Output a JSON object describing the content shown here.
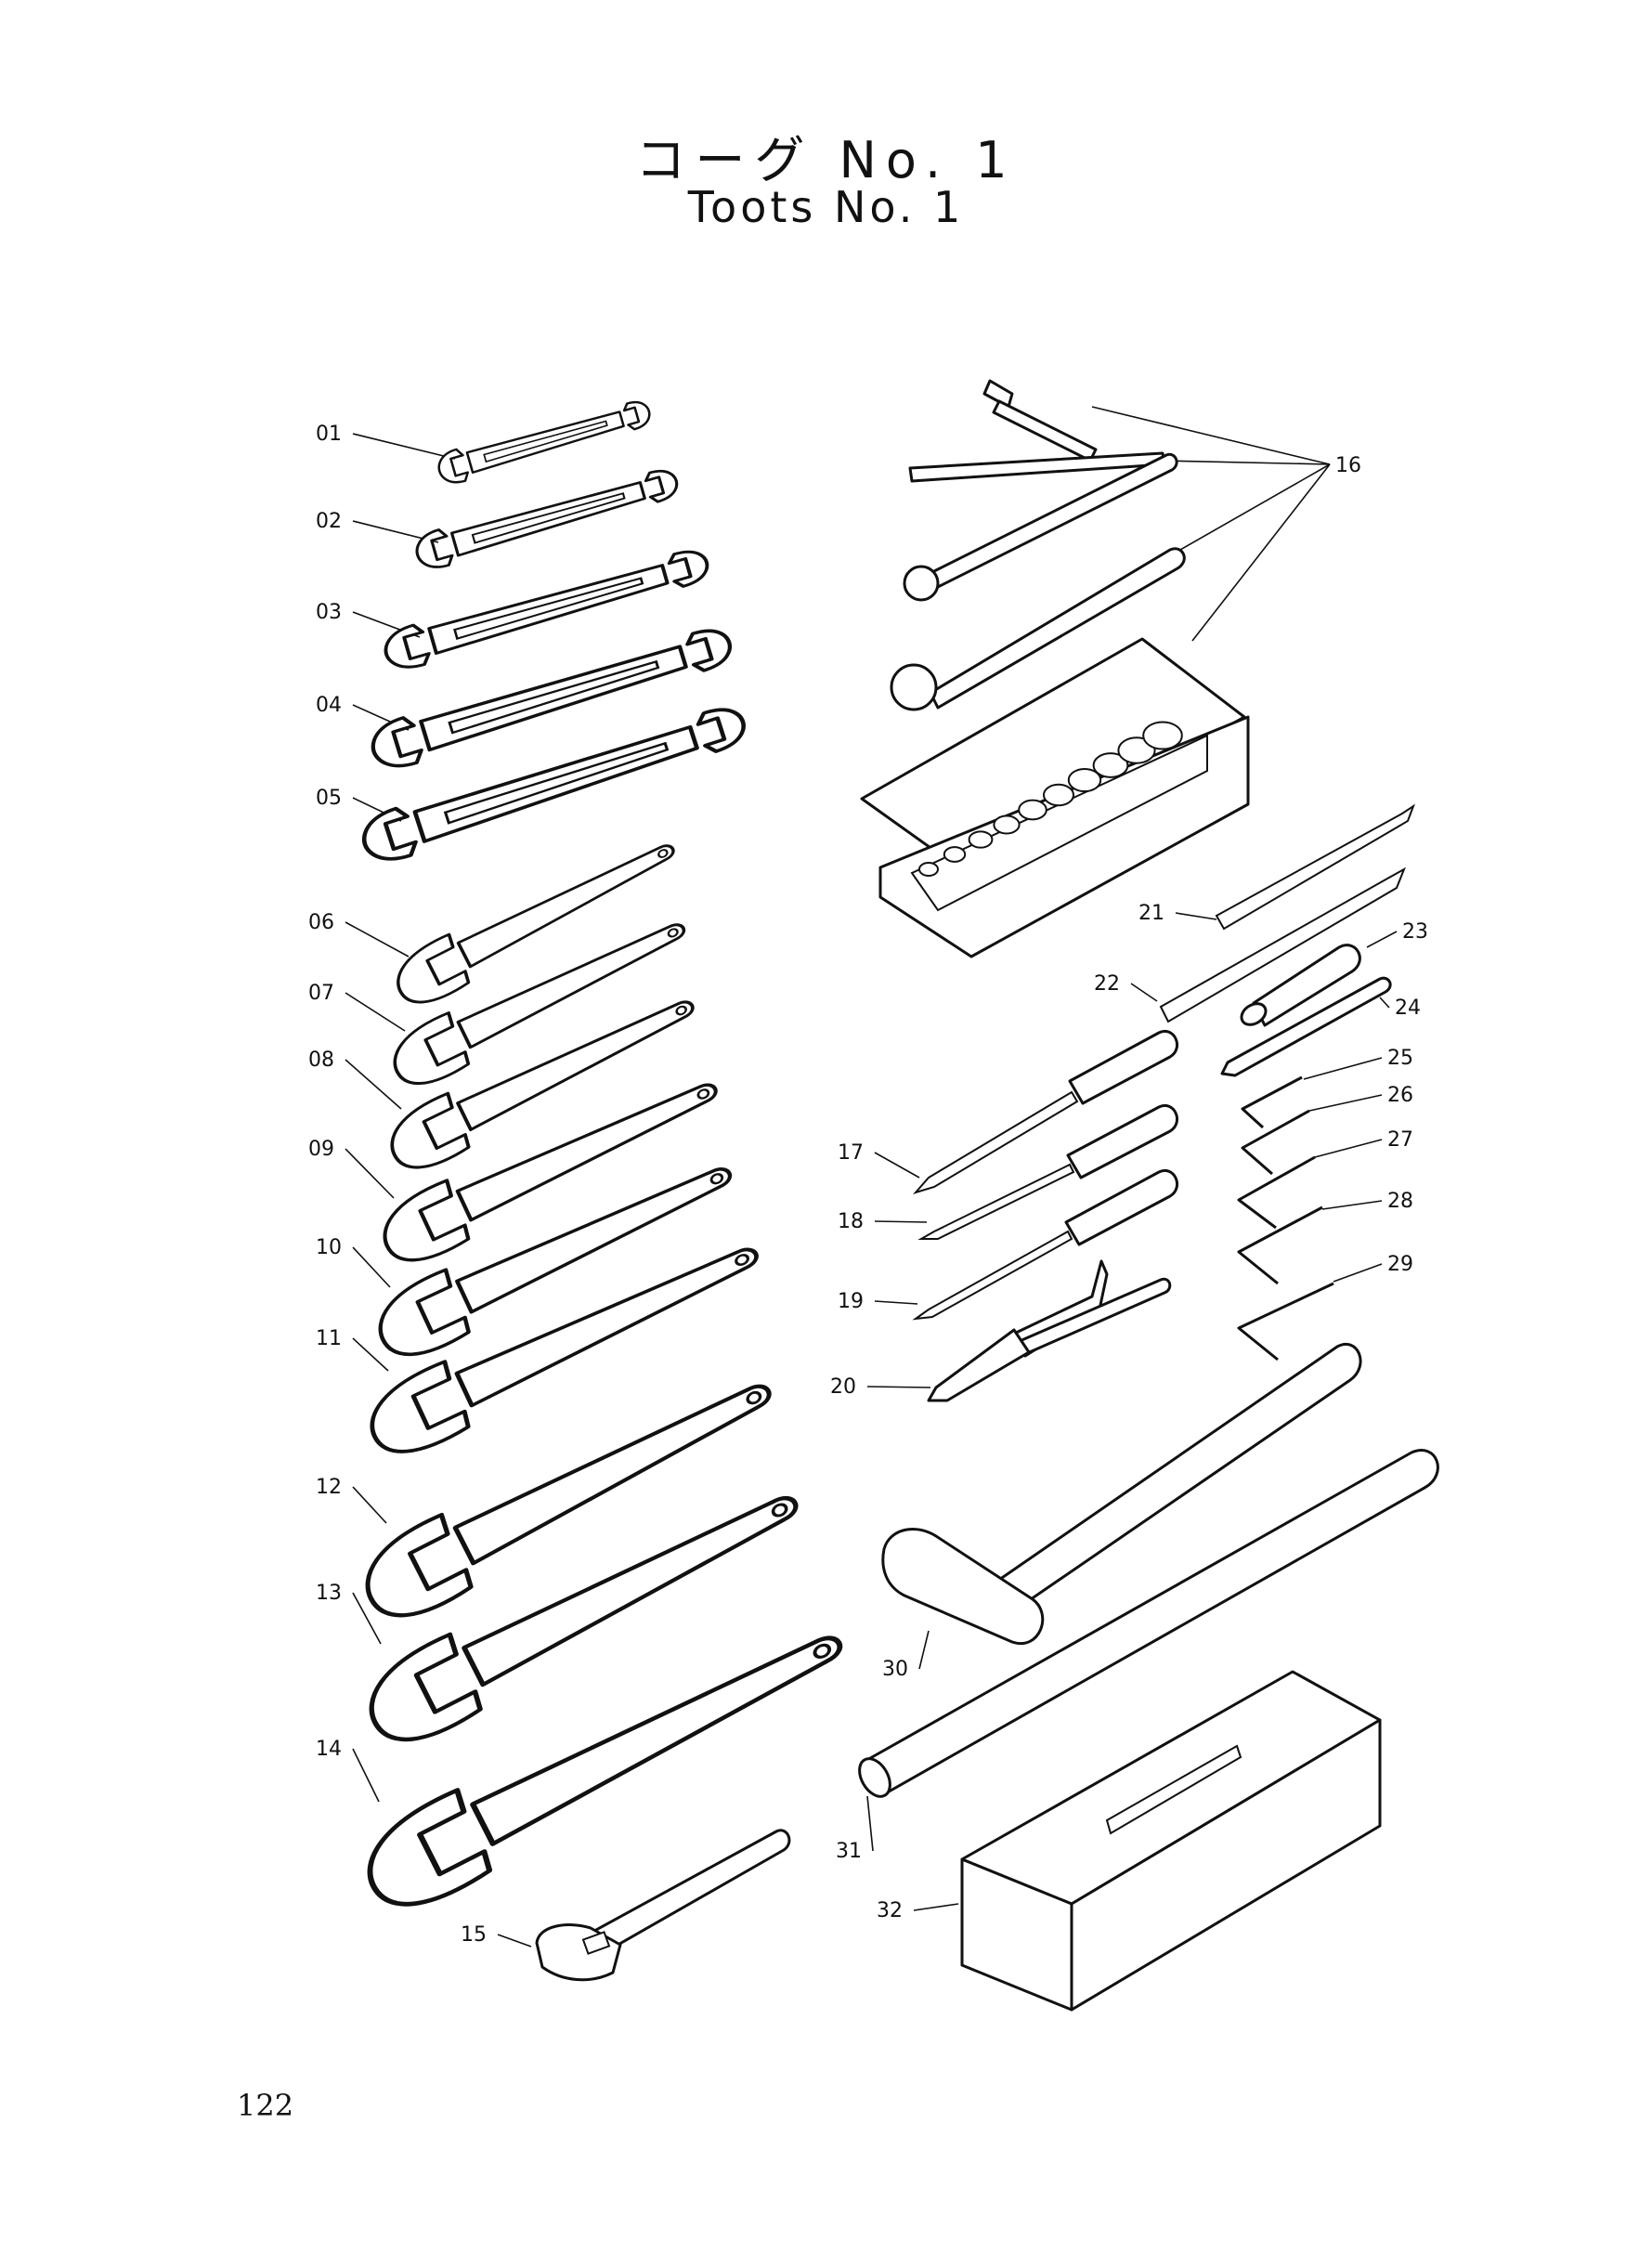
{
  "header": {
    "title_jp": "コーグ No. 1",
    "title_en": "Toots No. 1"
  },
  "page_number": "122",
  "callouts": [
    "01",
    "02",
    "03",
    "04",
    "05",
    "06",
    "07",
    "08",
    "09",
    "10",
    "11",
    "12",
    "13",
    "14",
    "15",
    "16",
    "17",
    "18",
    "19",
    "20",
    "21",
    "22",
    "23",
    "24",
    "25",
    "26",
    "27",
    "28",
    "29",
    "30",
    "31",
    "32"
  ],
  "parts": [
    {
      "id": "01",
      "icon": "double-open-end-wrench-icon"
    },
    {
      "id": "02",
      "icon": "double-open-end-wrench-icon"
    },
    {
      "id": "03",
      "icon": "double-open-end-wrench-icon"
    },
    {
      "id": "04",
      "icon": "double-open-end-wrench-icon"
    },
    {
      "id": "05",
      "icon": "double-open-end-wrench-icon"
    },
    {
      "id": "06",
      "icon": "single-open-end-wrench-icon"
    },
    {
      "id": "07",
      "icon": "single-open-end-wrench-icon"
    },
    {
      "id": "08",
      "icon": "single-open-end-wrench-icon"
    },
    {
      "id": "09",
      "icon": "single-open-end-wrench-icon"
    },
    {
      "id": "10",
      "icon": "single-open-end-wrench-icon"
    },
    {
      "id": "11",
      "icon": "single-open-end-wrench-icon"
    },
    {
      "id": "12",
      "icon": "single-open-end-wrench-icon"
    },
    {
      "id": "13",
      "icon": "single-open-end-wrench-icon"
    },
    {
      "id": "14",
      "icon": "single-open-end-wrench-icon"
    },
    {
      "id": "15",
      "icon": "adjustable-wrench-icon"
    },
    {
      "id": "16",
      "icon": "socket-set-icon"
    },
    {
      "id": "17",
      "icon": "flat-screwdriver-icon"
    },
    {
      "id": "18",
      "icon": "screwdriver-icon"
    },
    {
      "id": "19",
      "icon": "phillips-screwdriver-icon"
    },
    {
      "id": "20",
      "icon": "pliers-icon"
    },
    {
      "id": "21",
      "icon": "file-icon"
    },
    {
      "id": "22",
      "icon": "file-icon"
    },
    {
      "id": "23",
      "icon": "file-handle-icon"
    },
    {
      "id": "24",
      "icon": "chisel-icon"
    },
    {
      "id": "25",
      "icon": "hex-key-icon"
    },
    {
      "id": "26",
      "icon": "hex-key-icon"
    },
    {
      "id": "27",
      "icon": "hex-key-icon"
    },
    {
      "id": "28",
      "icon": "hex-key-icon"
    },
    {
      "id": "29",
      "icon": "hex-key-icon"
    },
    {
      "id": "30",
      "icon": "hammer-icon"
    },
    {
      "id": "31",
      "icon": "pipe-icon"
    },
    {
      "id": "32",
      "icon": "toolbox-icon"
    }
  ]
}
